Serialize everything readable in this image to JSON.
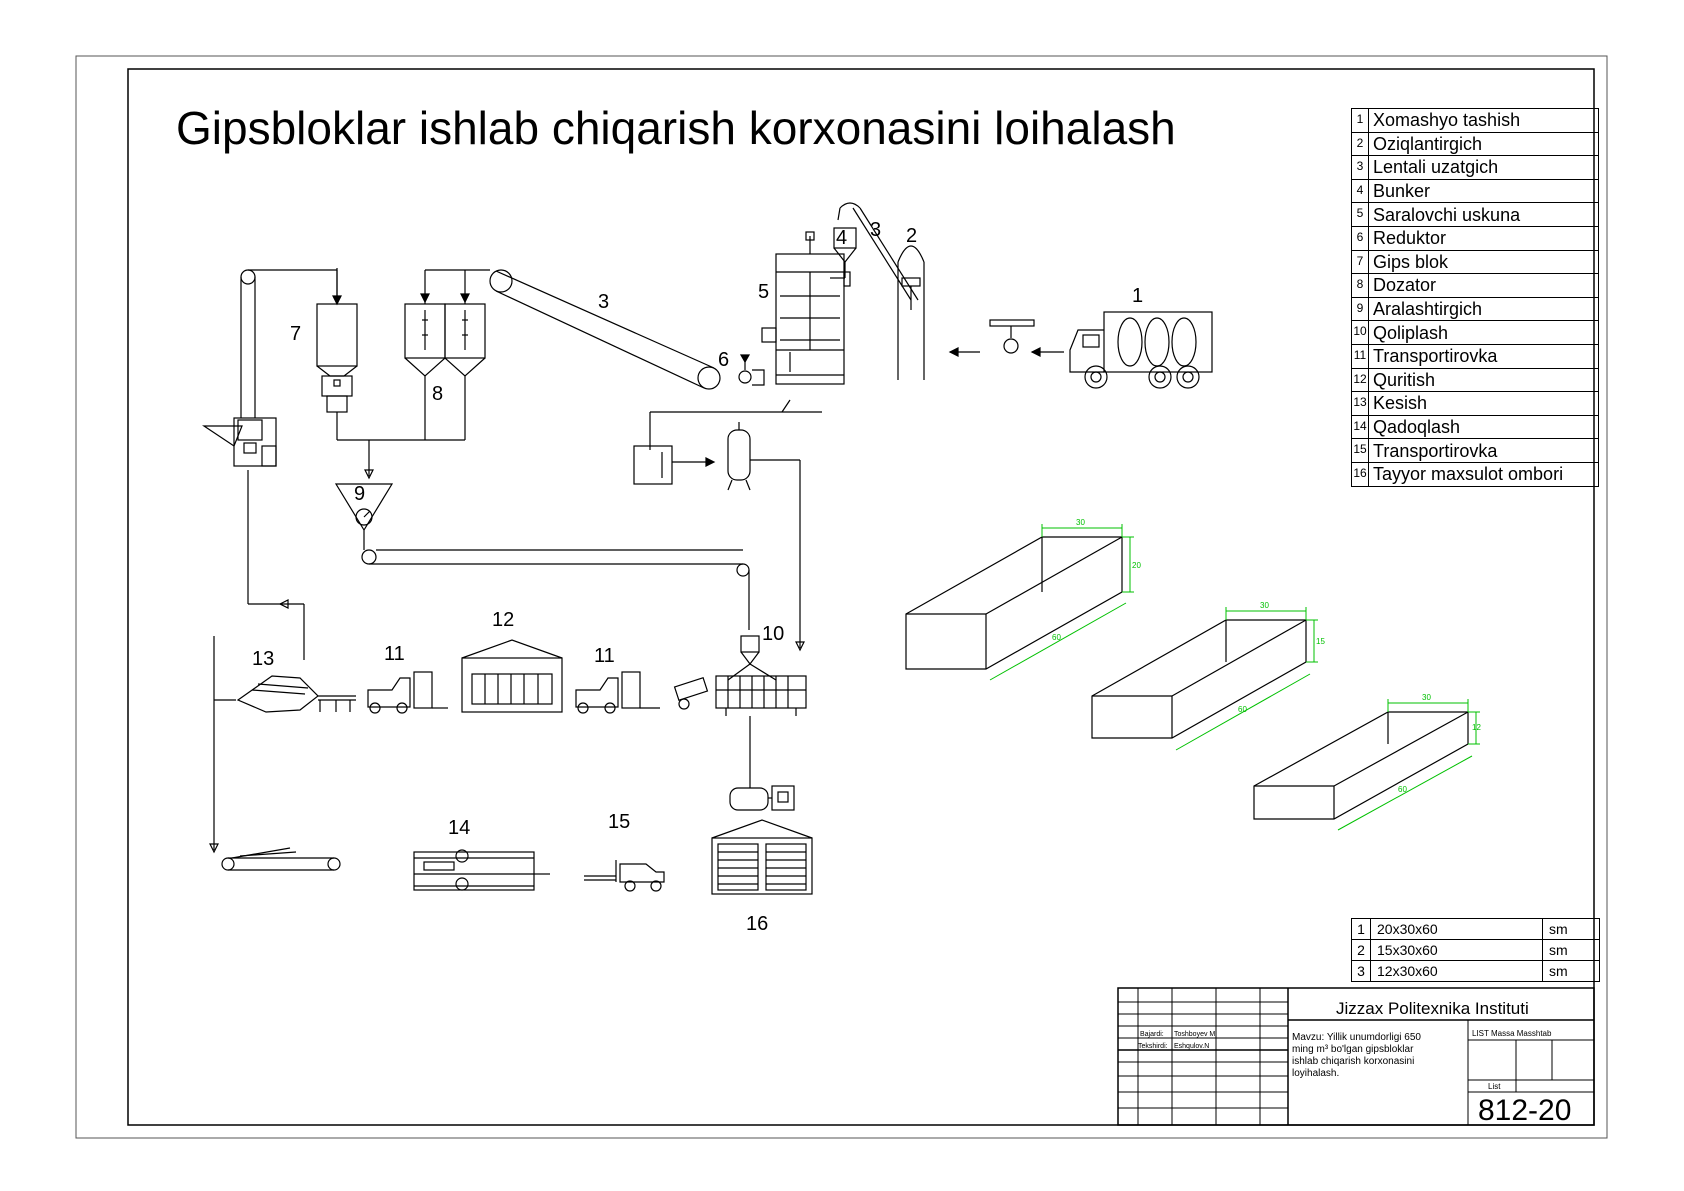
{
  "title": "Gipsbloklar ishlab chiqarish korxonasini loihalash",
  "legend": [
    {
      "n": "1",
      "label": "Xomashyo tashish"
    },
    {
      "n": "2",
      "label": "Oziqlantirgich"
    },
    {
      "n": "3",
      "label": "Lentali uzatgich"
    },
    {
      "n": "4",
      "label": "Bunker"
    },
    {
      "n": "5",
      "label": "Saralovchi uskuna"
    },
    {
      "n": "6",
      "label": "Reduktor"
    },
    {
      "n": "7",
      "label": "Gips blok"
    },
    {
      "n": "8",
      "label": "Dozator"
    },
    {
      "n": "9",
      "label": "Aralashtirgich"
    },
    {
      "n": "10",
      "label": "Qoliplash"
    },
    {
      "n": "11",
      "label": "Transportirovka"
    },
    {
      "n": "12",
      "label": "Quritish"
    },
    {
      "n": "13",
      "label": "Kesish"
    },
    {
      "n": "14",
      "label": "Qadoqlash"
    },
    {
      "n": "15",
      "label": "Transportirovka"
    },
    {
      "n": "16",
      "label": "Tayyor maxsulot ombori"
    }
  ],
  "diagram_labels": {
    "l1": "1",
    "l2": "2",
    "l3a": "3",
    "l3b": "3",
    "l4": "4",
    "l5": "5",
    "l6": "6",
    "l7": "7",
    "l8": "8",
    "l9": "9",
    "l10": "10",
    "l11a": "11",
    "l11b": "11",
    "l12": "12",
    "l13": "13",
    "l14": "14",
    "l15": "15",
    "l16": "16"
  },
  "blocks": [
    {
      "width": "30",
      "height": "20",
      "length": "60"
    },
    {
      "width": "30",
      "height": "15",
      "length": "60"
    },
    {
      "width": "30",
      "height": "12",
      "length": "60"
    }
  ],
  "sizes": [
    {
      "n": "1",
      "dims": "20x30x60",
      "unit": "sm"
    },
    {
      "n": "2",
      "dims": "15x30x60",
      "unit": "sm"
    },
    {
      "n": "3",
      "dims": "12x30x60",
      "unit": "sm"
    }
  ],
  "title_block": {
    "institute": "Jizzax Politexnika Instituti",
    "topic_lines": [
      "Mavzu: Yillik unumdorligi 650",
      "ming m³ bo'lgan gipsbloklar",
      "ishlab chiqarish korxonasini",
      "loyihalash."
    ],
    "bajardi_label": "Bajardi:",
    "bajardi_name": "Toshboyev M",
    "tekshirdi_label": "Tekshirdi:",
    "tekshirdi_name": "Eshqulov.N",
    "list_header": "LIST Massa Masshtab",
    "list_label": "List",
    "sheet_number": "812-20"
  },
  "colors": {
    "line": "#000000",
    "dimension": "#00c000"
  }
}
